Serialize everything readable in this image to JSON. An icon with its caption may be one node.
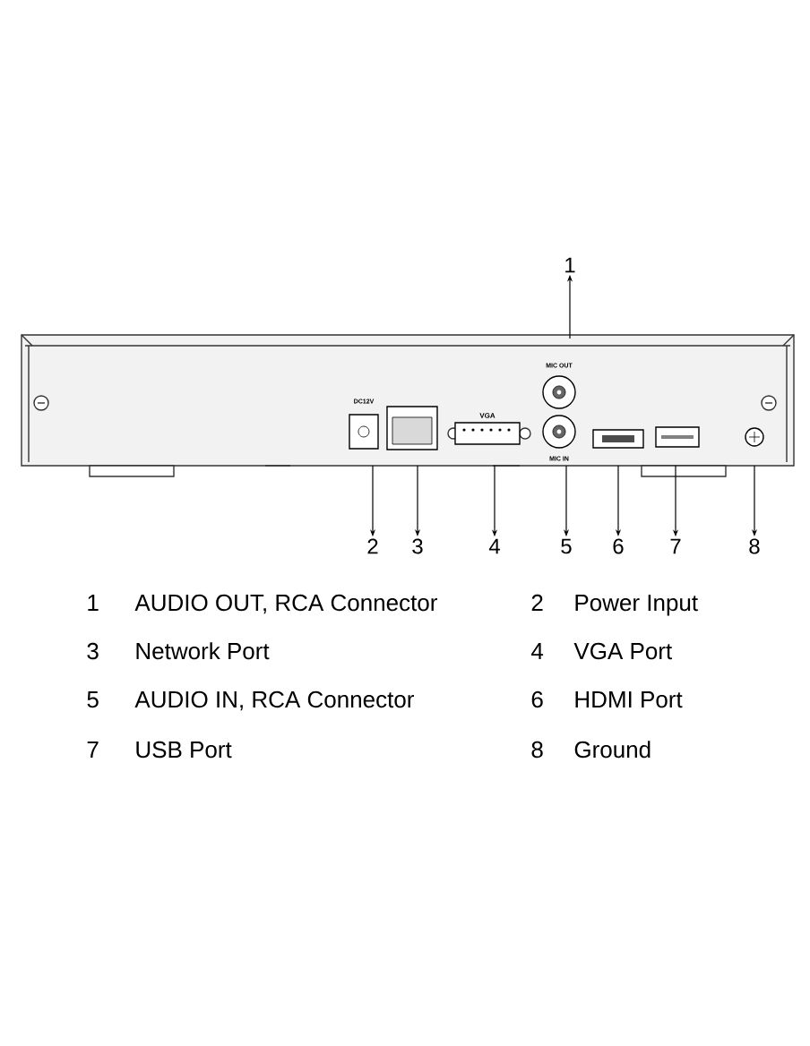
{
  "diagram": {
    "nodes": [
      {
        "text": [
          "1"
        ]
      },
      {
        "text": [
          "2"
        ]
      },
      {
        "text": [
          "3"
        ]
      },
      {
        "text": [
          "4"
        ]
      },
      {
        "text": [
          "5"
        ]
      },
      {
        "text": [
          "6"
        ]
      },
      {
        "text": [
          "7"
        ]
      },
      {
        "text": [
          "8"
        ]
      },
      {
        "text": [],
        "shape": "box"
      },
      {
        "text": [],
        "shape": "box"
      },
      {
        "text": [],
        "shape": "box"
      },
      {
        "text": [],
        "shape": "circle"
      },
      {
        "text": [],
        "shape": "circle"
      },
      {
        "text": [],
        "shape": "box"
      },
      {
        "text": [],
        "shape": "box"
      },
      {
        "text": [],
        "shape": "circle"
      }
    ],
    "edges": [
      {
        "from": 11,
        "to": 0,
        "arrow": "to"
      },
      {
        "from": 8,
        "to": 1,
        "arrow": "to"
      },
      {
        "from": 9,
        "to": 2,
        "arrow": "to"
      },
      {
        "from": 10,
        "to": 3,
        "arrow": "to"
      },
      {
        "from": 12,
        "to": 4,
        "arrow": "to"
      },
      {
        "from": 13,
        "to": 5,
        "arrow": "to"
      },
      {
        "from": 14,
        "to": 6,
        "arrow": "to"
      },
      {
        "from": 15,
        "to": 7,
        "arrow": "to"
      }
    ],
    "labels": [
      "DC12V",
      "VGA",
      "MIC OUT",
      "MIC IN",
      "1",
      "AUDIO OUT, RCA Connector",
      "2",
      "Power Input",
      "3",
      "Network Port",
      "4",
      "VGA Port",
      "5",
      "AUDIO IN, RCA Connector",
      "6",
      "HDMI Port",
      "7",
      "USB Port",
      "8",
      "Ground"
    ]
  }
}
